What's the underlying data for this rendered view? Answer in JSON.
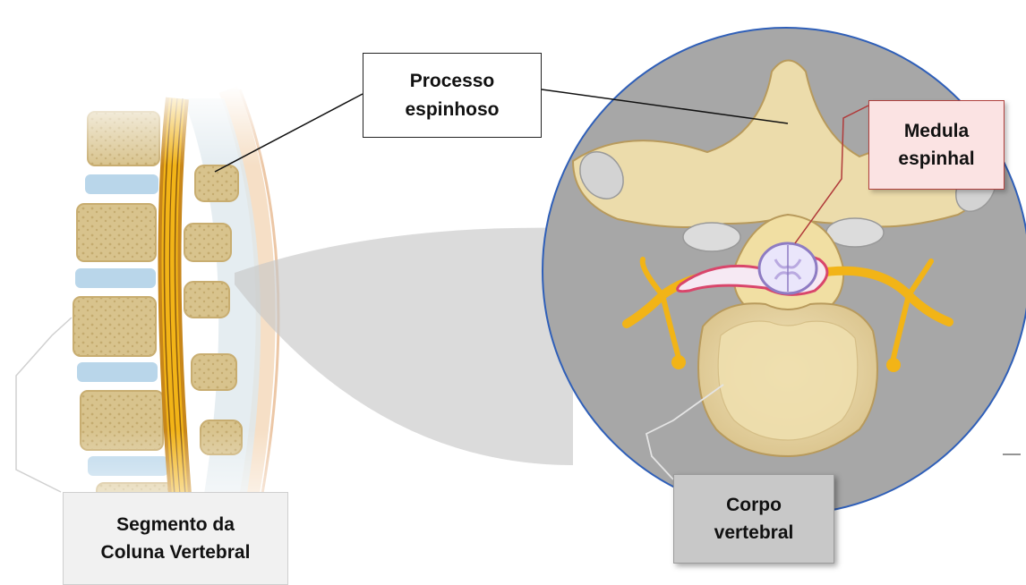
{
  "labels": {
    "processo": {
      "line1": "Processo",
      "line2": "espinhoso"
    },
    "medula": {
      "line1": "Medula",
      "line2": "espinhal"
    },
    "corpo": {
      "line1": "Corpo",
      "line2": "vertebral"
    },
    "segmento": {
      "line1": "Segmento da",
      "line2": "Coluna Vertebral"
    }
  },
  "colors": {
    "bone": "#ecdcab",
    "bone_outline": "#b89a5c",
    "disc": "#b9d6ea",
    "nerve": "#f2b417",
    "circle_bg": "#a7a7a7",
    "circle_border": "#2f5fb8",
    "spinal_cord_outline": "#8e7cc3",
    "dura": "#d9466b"
  }
}
